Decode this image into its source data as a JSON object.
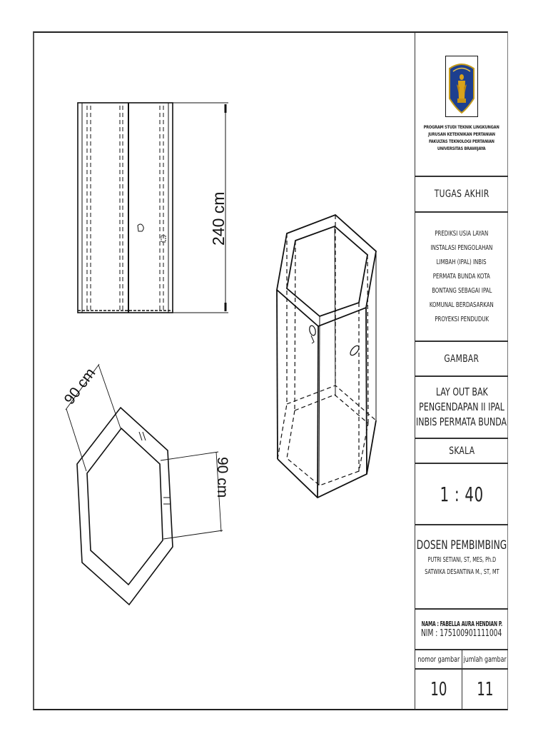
{
  "drawing": {
    "elevation_view": {
      "dimension_label": "240 cm"
    },
    "plan_view": {
      "wall_dimension_label": "90 cm",
      "side_dimension_label": "90 cm"
    },
    "isometric_view": {
      "shape": "hexagonal settling tank"
    }
  },
  "title_block": {
    "logo": "university-crest-icon",
    "institution": [
      "PROGRAM STUDI TEKNIK LINGKUNGAN",
      "JURUSAN KETEKNIKAN PERTANIAN",
      "FAKULTAS TEKNOLOGI PERTANIAN",
      "UNIVERSITAS BRAWIJAYA"
    ],
    "section_title": "TUGAS AKHIR",
    "project_title": [
      "PREDIKSI USIA LAYAN",
      "INSTALASI PENGOLAHAN",
      "LIMBAH (IPAL) INBIS",
      "PERMATA BUNDA KOTA",
      "BONTANG SEBAGAI IPAL",
      "KOMUNAL BERDASARKAN",
      "PROYEKSI PENDUDUK"
    ],
    "drawing_label": "GAMBAR",
    "drawing_title": [
      "LAY OUT BAK",
      "PENGENDAPAN II IPAL",
      "INBIS PERMATA BUNDA"
    ],
    "scale_label": "SKALA",
    "scale_value": "1 : 40",
    "supervisor_label": "DOSEN PEMBIMBING",
    "supervisors": [
      "PUTRI SETIANI, ST, MES, Ph.D",
      "SATWIKA DESANTINA M., ST, MT"
    ],
    "student_name": "NAMA : FABELLA AURA HENDIAN P.",
    "student_nim": "NIM : 175100901111004",
    "sheet_number_label": "nomor gambar",
    "sheet_count_label": "jumlah gambar",
    "sheet_number": "10",
    "sheet_count": "11"
  },
  "colors": {
    "line": "#111111",
    "text": "#222222",
    "background": "#ffffff",
    "crest_blue": "#1d3f8f",
    "crest_gold": "#d8a21a"
  }
}
